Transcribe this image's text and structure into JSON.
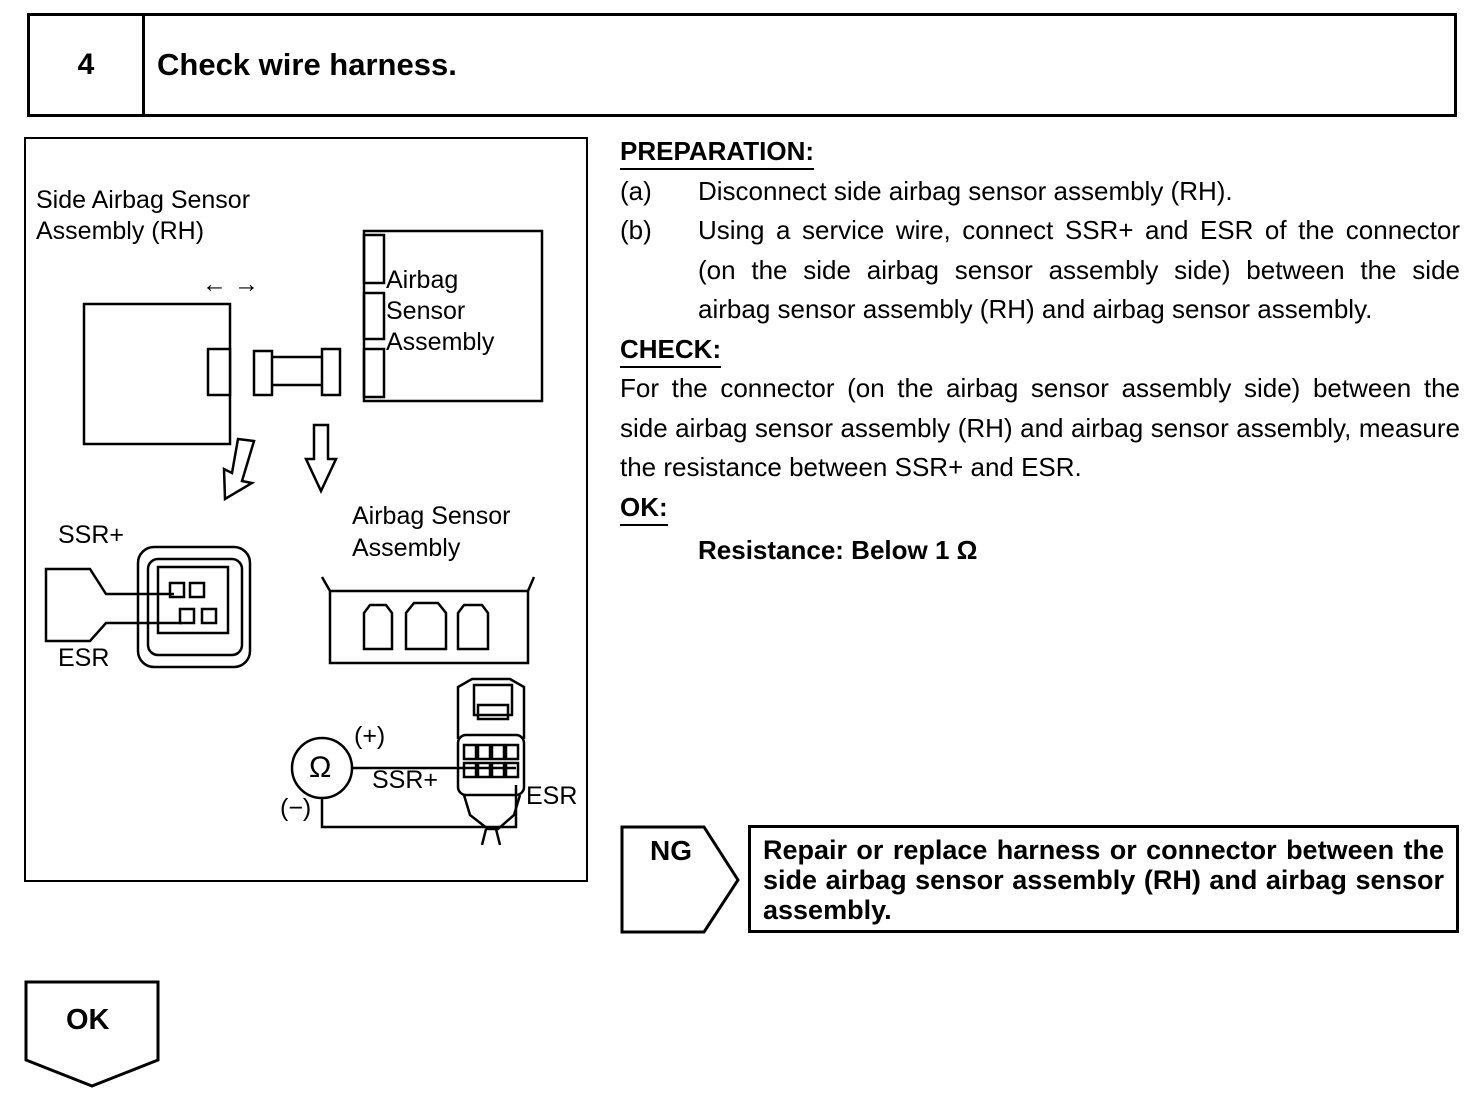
{
  "step": {
    "number": "4",
    "title": "Check wire harness."
  },
  "figure": {
    "side_sensor_label_line1": "Side Airbag Sensor",
    "side_sensor_label_line2": "Assembly (RH)",
    "airbag_box_line1": "Airbag",
    "airbag_box_line2": "Sensor",
    "airbag_box_line3": "Assembly",
    "arrows_glyph": "←  →",
    "ssr_plus_left": "SSR+",
    "esr_left": "ESR",
    "airbag_sensor_label_line1": "Airbag Sensor",
    "airbag_sensor_label_line2": "Assembly",
    "plus_probe": "(+)",
    "minus_probe": "(−)",
    "ohm_symbol": "Ω",
    "ssr_plus_right": "SSR+",
    "esr_right": "ESR"
  },
  "preparation": {
    "heading": "PREPARATION:",
    "items": [
      {
        "label": "(a)",
        "text": "Disconnect side airbag sensor assembly (RH)."
      },
      {
        "label": "(b)",
        "text": "Using a service wire, connect SSR+ and ESR of the connector (on the side airbag sensor assembly side) between the side airbag sensor assembly (RH) and airbag sensor assembly."
      }
    ]
  },
  "check": {
    "heading": "CHECK:",
    "text": "For the connector (on the airbag sensor assembly side) between the side airbag sensor assembly (RH) and airbag sensor assembly, measure the resistance between SSR+ and ESR."
  },
  "ok_spec": {
    "heading": "OK:",
    "spec": "Resistance: Below 1 Ω"
  },
  "ng": {
    "label": "NG",
    "action": "Repair or replace harness or connector between the side airbag sensor assembly (RH) and airbag sensor assembly."
  },
  "ok_next": {
    "label": "OK"
  }
}
